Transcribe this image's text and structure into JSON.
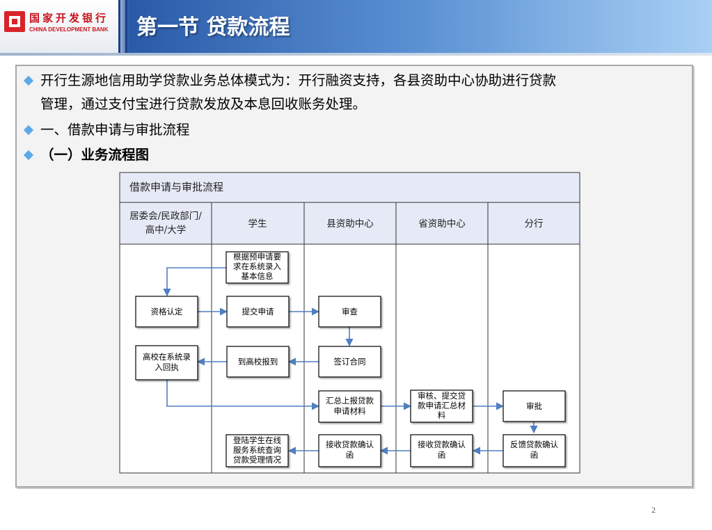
{
  "header": {
    "logo_cn": "国家开发银行",
    "logo_en": "CHINA DEVELOPMENT BANK",
    "title": "第一节  贷款流程"
  },
  "bullets": [
    {
      "line1": "开行生源地信用助学贷款业务总体模式为：开行融资支持，各县资助中心协助进行贷款",
      "line2": "管理，通过支付宝进行贷款发放及本息回收账务处理。",
      "bold": false
    },
    {
      "line1": "一、借款申请与审批流程",
      "bold": false
    },
    {
      "line1": "（一）业务流程图",
      "bold": true
    }
  ],
  "diagram": {
    "title": "借款申请与审批流程",
    "lanes": [
      {
        "line1": "居委会/民政部门/",
        "line2": "高中/大学"
      },
      {
        "line1": "学生"
      },
      {
        "line1": "县资助中心"
      },
      {
        "line1": "省资助中心"
      },
      {
        "line1": "分行"
      }
    ],
    "boxes": {
      "info_entry": [
        "根据预申请要",
        "求在系统录入",
        "基本信息"
      ],
      "qualify": [
        "资格认定"
      ],
      "submit": [
        "提交申请"
      ],
      "review": [
        "审查"
      ],
      "receipt": [
        "高校在系统录",
        "入回执"
      ],
      "report_school": [
        "到高校报到"
      ],
      "sign": [
        "签订合同"
      ],
      "summary_report": [
        "汇总上报贷款",
        "申请材料"
      ],
      "province_review": [
        "审核、提交贷",
        "款申请汇总材",
        "料"
      ],
      "approve": [
        "审批"
      ],
      "login_query": [
        "登陆学生在线",
        "服务系统查询",
        "贷款受理情况"
      ],
      "county_receive": [
        "接收贷款确认",
        "函"
      ],
      "province_receive": [
        "接收贷款确认",
        "函"
      ],
      "feedback": [
        "反馈贷款确认",
        "函"
      ]
    }
  },
  "slide_number": "2",
  "colors": {
    "header_blue": "#2a5aa8",
    "bullet_diamond": "#5ca9e8",
    "arrow": "#4f7fc0",
    "lane_header_bg": "#e6eaf6",
    "logo_red": "#d8232a"
  }
}
